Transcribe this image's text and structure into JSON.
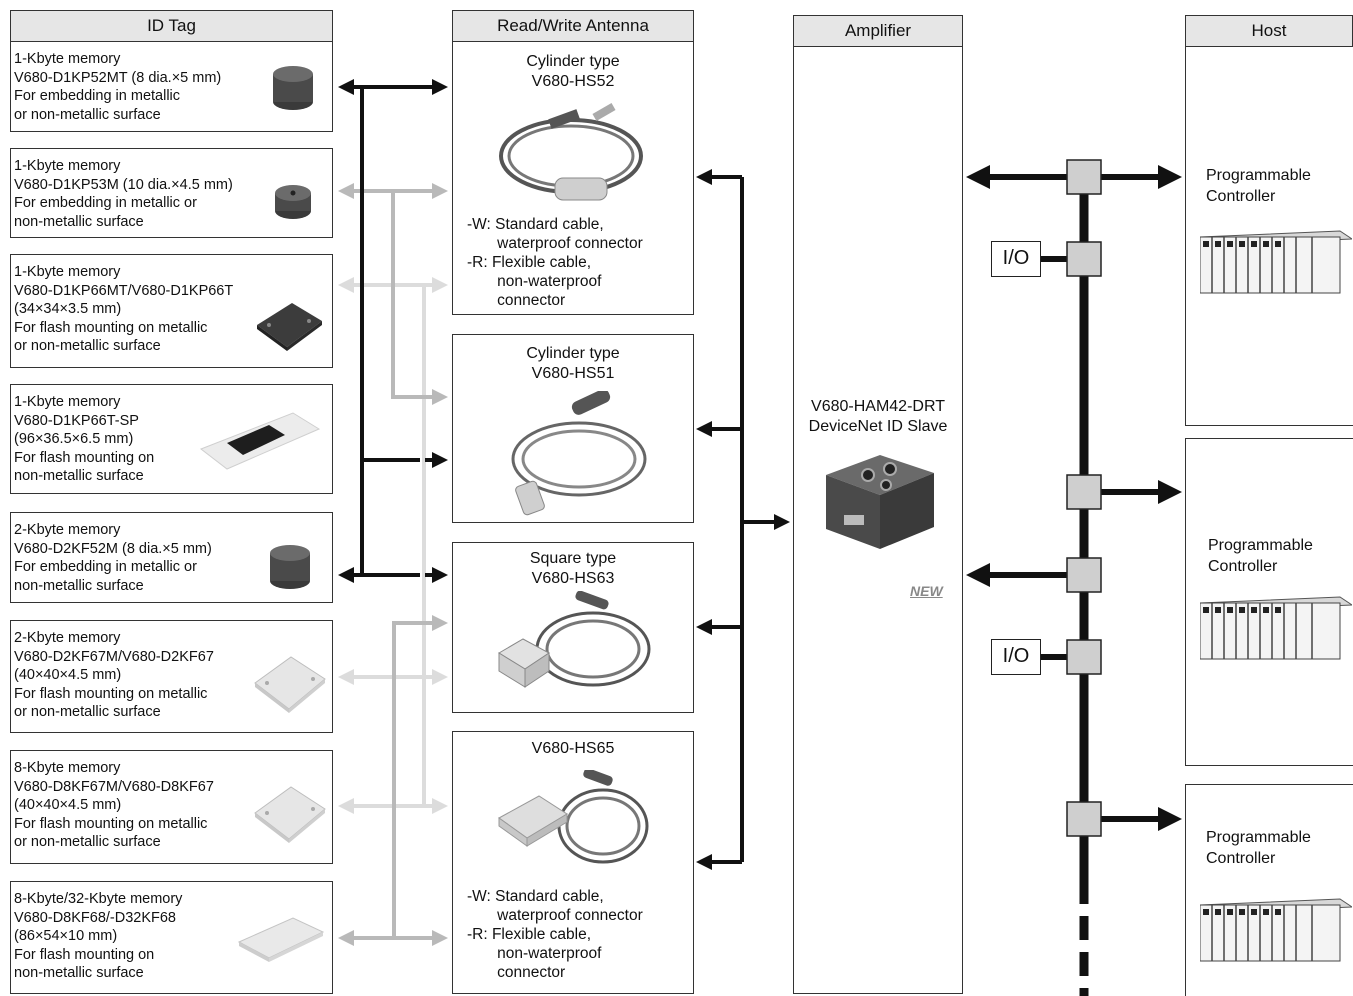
{
  "headers": {
    "id_tag": "ID Tag",
    "antenna": "Read/Write Antenna",
    "amplifier": "Amplifier",
    "host": "Host"
  },
  "tags": [
    {
      "lines": "1-Kbyte memory\nV680-D1KP52MT (8 dia.×5 mm)\nFor embedding in metallic\nor non-metallic surface",
      "icon": "round-tag-icon"
    },
    {
      "lines": "1-Kbyte memory\nV680-D1KP53M (10 dia.×4.5 mm)\nFor embedding in metallic or\nnon-metallic surface",
      "icon": "round-tag-icon"
    },
    {
      "lines": "1-Kbyte memory\nV680-D1KP66MT/V680-D1KP66T\n(34×34×3.5 mm)\nFor flash mounting on metallic\nor non-metallic surface",
      "icon": "square-tag-icon"
    },
    {
      "lines": "1-Kbyte memory\nV680-D1KP66T-SP\n(96×36.5×6.5 mm)\nFor flash mounting on\nnon-metallic surface",
      "icon": "sealed-tag-icon"
    },
    {
      "lines": "2-Kbyte memory\nV680-D2KF52M (8 dia.×5 mm)\nFor embedding in metallic or\nnon-metallic surface",
      "icon": "round-tag-icon"
    },
    {
      "lines": "2-Kbyte memory\nV680-D2KF67M/V680-D2KF67\n(40×40×4.5 mm)\nFor flash mounting on metallic\nor non-metallic surface",
      "icon": "square-tag-icon"
    },
    {
      "lines": "8-Kbyte memory\nV680-D8KF67M/V680-D8KF67\n(40×40×4.5 mm)\nFor flash mounting on metallic\nor non-metallic surface",
      "icon": "square-tag-icon"
    },
    {
      "lines": "8-Kbyte/32-Kbyte memory\nV680-D8KF68/-D32KF68\n(86×54×10 mm)\nFor flash mounting on\nnon-metallic surface",
      "icon": "rect-tag-icon"
    }
  ],
  "antennas": [
    {
      "title": "Cylinder type\nV680-HS52",
      "notes": "-W: Standard cable,\n       waterproof connector\n-R: Flexible cable,\n       non-waterproof\n       connector",
      "icon": "cylinder-antenna-icon"
    },
    {
      "title": "Cylinder type\nV680-HS51",
      "notes": "",
      "icon": "cylinder-antenna-icon"
    },
    {
      "title": "Square type\nV680-HS63",
      "notes": "",
      "icon": "square-antenna-icon"
    },
    {
      "title": "V680-HS65",
      "notes": "-W: Standard cable,\n       waterproof connector\n-R: Flexible cable,\n       non-waterproof\n       connector",
      "icon": "square-antenna-icon"
    }
  ],
  "amplifier": {
    "model": "V680-HAM42-DRT\nDeviceNet ID Slave",
    "badge": "NEW",
    "icon": "amplifier-unit-icon"
  },
  "io_label": "I/O",
  "hosts": [
    {
      "label": "Programmable\nController",
      "icon": "plc-icon"
    },
    {
      "label": "Programmable\nController",
      "icon": "plc-icon"
    },
    {
      "label": "Programmable\nController",
      "icon": "plc-icon"
    }
  ]
}
